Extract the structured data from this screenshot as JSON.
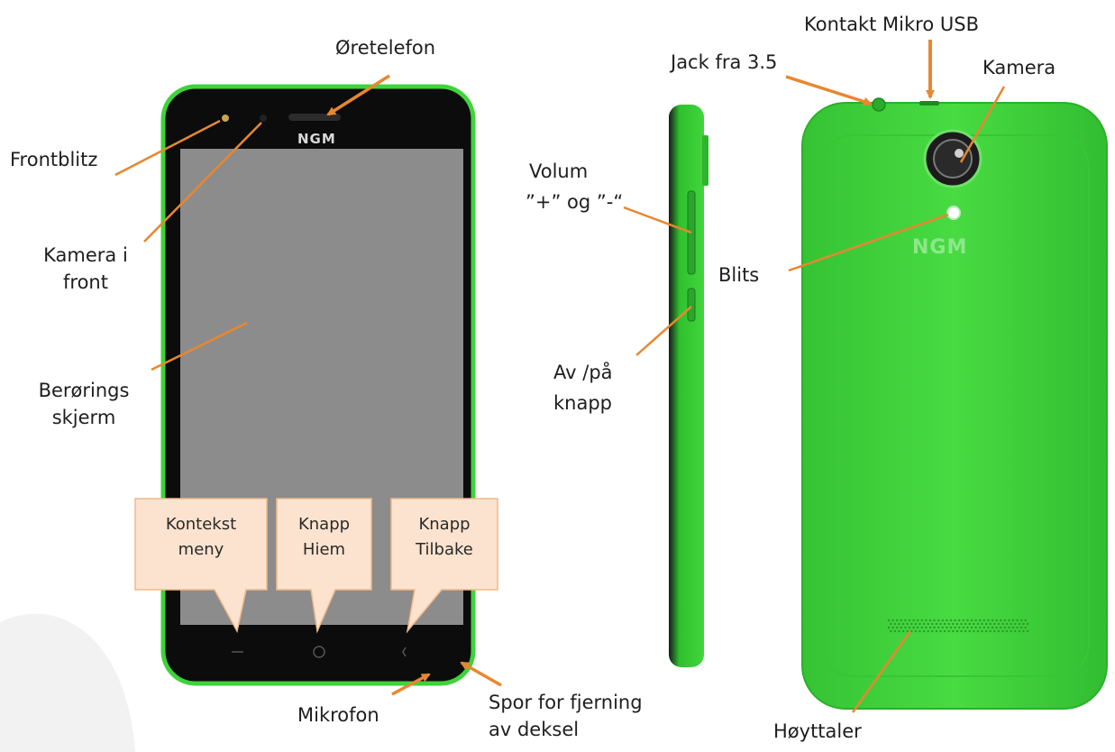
{
  "labels": {
    "oretelefon": "Øretelefon",
    "frontblitz": "Frontblitz",
    "kamera_front_line1": "Kamera i",
    "kamera_front_line2": "front",
    "berorings_line1": "Berørings",
    "berorings_line2": "skjerm",
    "mikrofon": "Mikrofon",
    "spor_line1": "Spor for fjerning",
    "spor_line2": "av deksel",
    "volum_line1": "Volum",
    "volum_line2": "”+” og ”-“",
    "avpa_line1": "Av /på",
    "avpa_line2": "knapp",
    "kontakt_usb": "Kontakt Mikro USB",
    "jack": "Jack fra 3.5",
    "kamera": "Kamera",
    "blits": "Blits",
    "hoyttaler": "Høyttaler"
  },
  "callouts": {
    "kontekst_line1": "Kontekst",
    "kontekst_line2": "meny",
    "hjem_line1": "Knapp",
    "hjem_line2": "Hiem",
    "tilbake_line1": "Knapp",
    "tilbake_line2": "Tilbake"
  },
  "brand": {
    "front_logo": "NGM",
    "back_logo": "NGM"
  },
  "colors": {
    "phone_green": "#3fd33a",
    "phone_green_dark": "#1f9a22",
    "phone_black": "#0c0c0c",
    "screen_gray": "#8c8c8c",
    "arrow_orange": "#e8872f",
    "callout_fill": "#fbe3cf",
    "callout_border": "#f0b98a"
  }
}
